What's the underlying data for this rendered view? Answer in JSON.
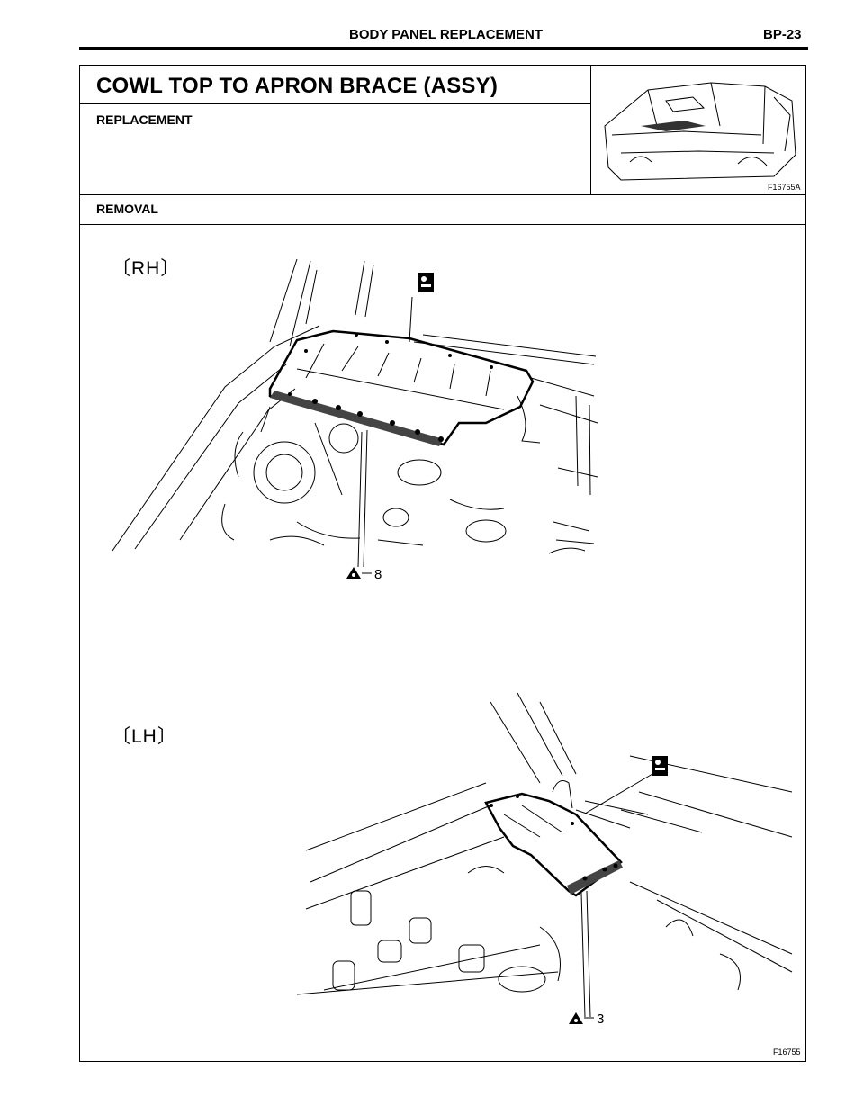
{
  "header": {
    "section": "BODY PANEL REPLACEMENT",
    "page": "BP-23"
  },
  "title": "COWL TOP TO APRON BRACE (ASSY)",
  "replacement_label": "REPLACEMENT",
  "removal_label": "REMOVAL",
  "figure_codes": {
    "top": "F16755A",
    "bottom": "F16755"
  },
  "views": {
    "rh": {
      "label": "〔RH〕",
      "weld_count": "8"
    },
    "lh": {
      "label": "〔LH〕",
      "weld_count": "3"
    }
  },
  "icons": [
    "spot-weld-symbol-icon",
    "cutting-tool-symbol-icon"
  ]
}
